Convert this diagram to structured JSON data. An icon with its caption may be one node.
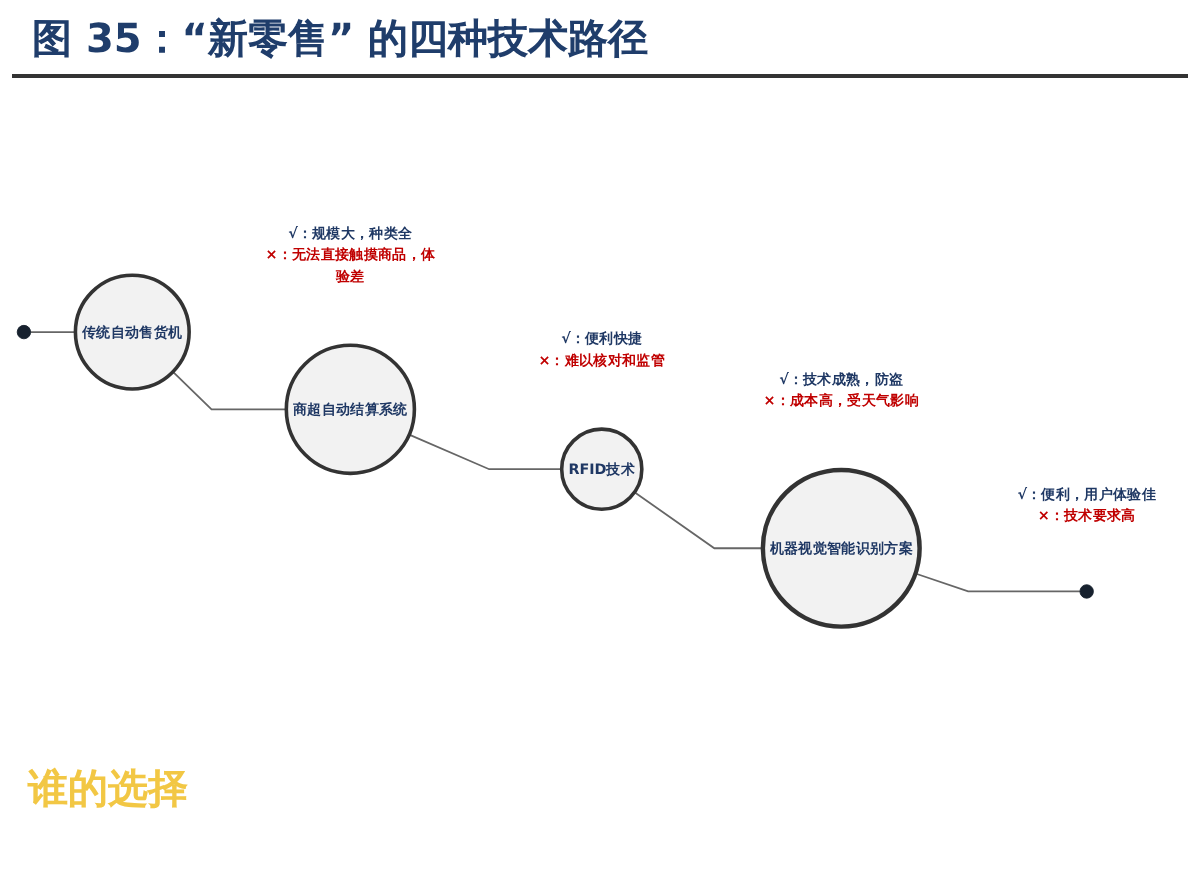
{
  "diagram": {
    "title": "图 35：“新零售” 的四种技术路径",
    "nodes": [
      {
        "text": [],
        "shape": "circle"
      },
      {
        "text": [
          "传统自动售货机"
        ],
        "beside": [
          "√：规模大，种类全",
          "×：无法直接触摸商品，体验差"
        ]
      },
      {
        "text": [
          "商超自动结算系统"
        ],
        "beside": [
          "√：便利快捷",
          "×：难以核对和监管"
        ]
      },
      {
        "text": [
          "RFID技术"
        ],
        "beside": [
          "√：技术成熟，防盗",
          "×：成本高，受天气影响"
        ]
      },
      {
        "text": [
          "机器视觉智能识别方案"
        ],
        "beside": [
          "√：便利，用户体验佳",
          "×：技术要求高"
        ]
      },
      {
        "text": [],
        "shape": "circle"
      }
    ],
    "edges": [
      {
        "from": 0,
        "to": 1,
        "arrow": "none"
      },
      {
        "from": 1,
        "to": 2,
        "arrow": "none"
      },
      {
        "from": 2,
        "to": 3,
        "arrow": "none"
      },
      {
        "from": 3,
        "to": 4,
        "arrow": "none"
      },
      {
        "from": 4,
        "to": 5,
        "arrow": "none"
      }
    ],
    "labels": [
      "谁的选择"
    ]
  }
}
